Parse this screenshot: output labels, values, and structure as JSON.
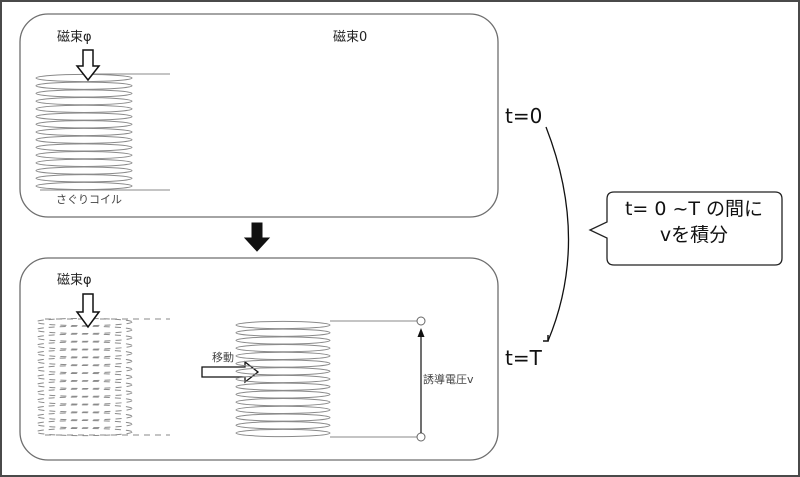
{
  "panel_top": {
    "flux_label": "磁束φ",
    "zero_flux_label": "磁束0",
    "coil_label": "さぐりコイル"
  },
  "panel_bottom": {
    "flux_label": "磁束φ",
    "move_label": "移動",
    "voltage_label": "誘導電圧v"
  },
  "timeline": {
    "start_label": "t=0",
    "end_label": "t=T"
  },
  "callout": {
    "line1": "t= 0 ~T の間に",
    "line2": "vを積分"
  },
  "colors": {
    "border": "#4a4a4a",
    "panel_stroke": "#6e6e6e",
    "coil_stroke": "#8a8a8a",
    "arrow_fill": "#111111"
  }
}
